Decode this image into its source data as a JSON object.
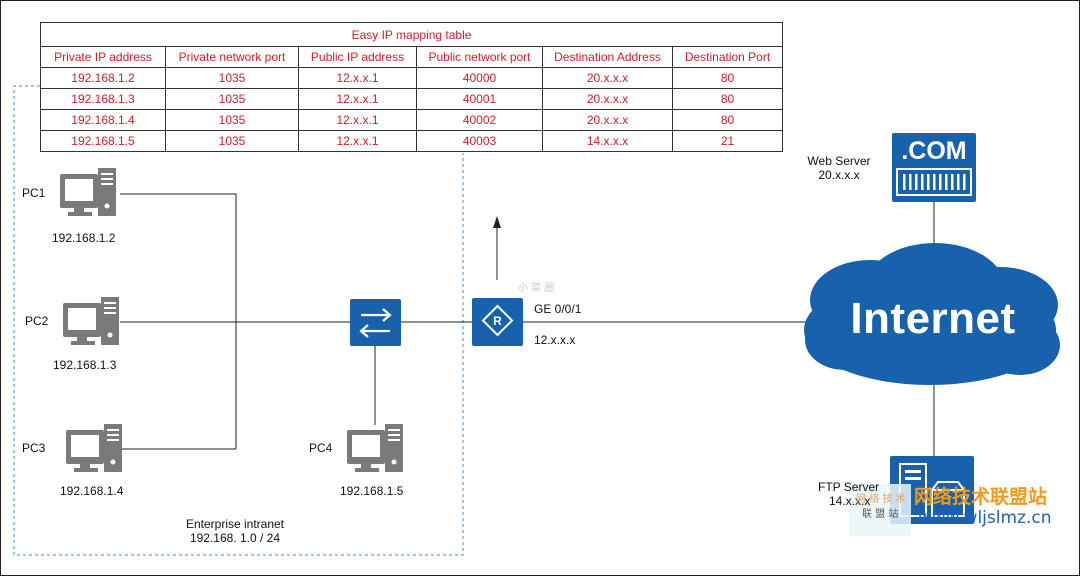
{
  "table": {
    "title": "Easy IP mapping table",
    "headers": [
      "Private IP address",
      "Private network port",
      "Public IP address",
      "Public network port",
      "Destination Address",
      "Destination Port"
    ],
    "rows": [
      [
        "192.168.1.2",
        "1035",
        "12.x.x.1",
        "40000",
        "20.x.x.x",
        "80"
      ],
      [
        "192.168.1.3",
        "1035",
        "12.x.x.1",
        "40001",
        "20.x.x.x",
        "80"
      ],
      [
        "192.168.1.4",
        "1035",
        "12.x.x.1",
        "40002",
        "20.x.x.x",
        "80"
      ],
      [
        "192.168.1.5",
        "1035",
        "12.x.x.1",
        "40003",
        "14.x.x.x",
        "21"
      ]
    ]
  },
  "pcs": [
    {
      "name": "PC1",
      "ip": "192.168.1.2"
    },
    {
      "name": "PC2",
      "ip": "192.168.1.3"
    },
    {
      "name": "PC3",
      "ip": "192.168.1.4"
    },
    {
      "name": "PC4",
      "ip": "192.168.1.5"
    }
  ],
  "router": {
    "interface": "GE 0/0/1",
    "ip": "12.x.x.x"
  },
  "intranet": {
    "label": "Enterprise intranet",
    "subnet": "192.168. 1.0 / 24"
  },
  "internet": {
    "label": "Internet"
  },
  "web_server": {
    "badge": ".COM",
    "label": "Web Server",
    "ip": "20.x.x.x"
  },
  "ftp_server": {
    "label": "FTP Server",
    "ip": "14.x.x.x"
  },
  "watermarks": {
    "small": "小 菜 圈",
    "stamp_line1": "网 络 技 术",
    "stamp_line2": "联 盟 站",
    "brand": "网络技术联盟站",
    "url": "www.wljslmz.cn"
  },
  "colors": {
    "device_blue": "#1862ad",
    "table_text": "#d0202a",
    "pc_gray": "#7a7a7a",
    "dashed_border": "#3b8fd8",
    "brand_orange": "#f39a1e",
    "url_blue": "#1e63b5"
  }
}
